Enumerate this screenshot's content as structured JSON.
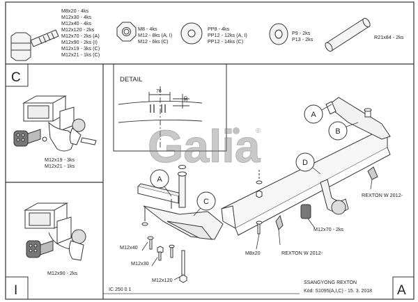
{
  "hardware": {
    "bolts": [
      "M8x20 - 4ks",
      "M12x30 - 4ks",
      "M12x40 - 4ks",
      "M12x120 - 2ks",
      "M12x70 - 2ks (A)",
      "M12x90 - 2ks (I)",
      "M12x19 - 3ks (C)",
      "M12x21 - 1ks (C)"
    ],
    "nuts": [
      "M8 - 4ks",
      "M12 - 8ks (A, I)",
      "M12 - 6ks (C)"
    ],
    "washers": [
      "PP8 - 4ks",
      "PP12 - 12ks (A, I)",
      "PP12 - 14ks (C)"
    ],
    "pins": [
      "P9 - 2ks",
      "P13 - 2ks"
    ],
    "tube": "R21x84 - 2ks"
  },
  "panels": {
    "c_letter": "C",
    "c_labels": [
      "M12x19 - 3ks",
      "M12x21 - 1ks"
    ],
    "i_letter": "I",
    "i_label": "M12x90 - 2ks",
    "a_letter": "A"
  },
  "detail": {
    "title": "DETAIL",
    "dim1": "76",
    "dim2": "30"
  },
  "logo": {
    "text": "Galia",
    "mark": "®"
  },
  "callouts": {
    "a_left": "A",
    "c": "C",
    "a_right": "A",
    "b": "B",
    "d": "D"
  },
  "labels": {
    "m12x40": "M12x40",
    "m12x30": "M12x30",
    "m12x120": "M12x120",
    "m8x20": "M8x20",
    "m12x70": "M12x70 - 2ks",
    "rexton_low": "REXTON W 2012-",
    "rexton_right": "REXTON W 2012-"
  },
  "footer": {
    "ic": "IC 250 0 1",
    "product": "SSANGYONG REXTON",
    "code": "Kód: S1095(A,I,C) - 15. 3. 2018"
  }
}
